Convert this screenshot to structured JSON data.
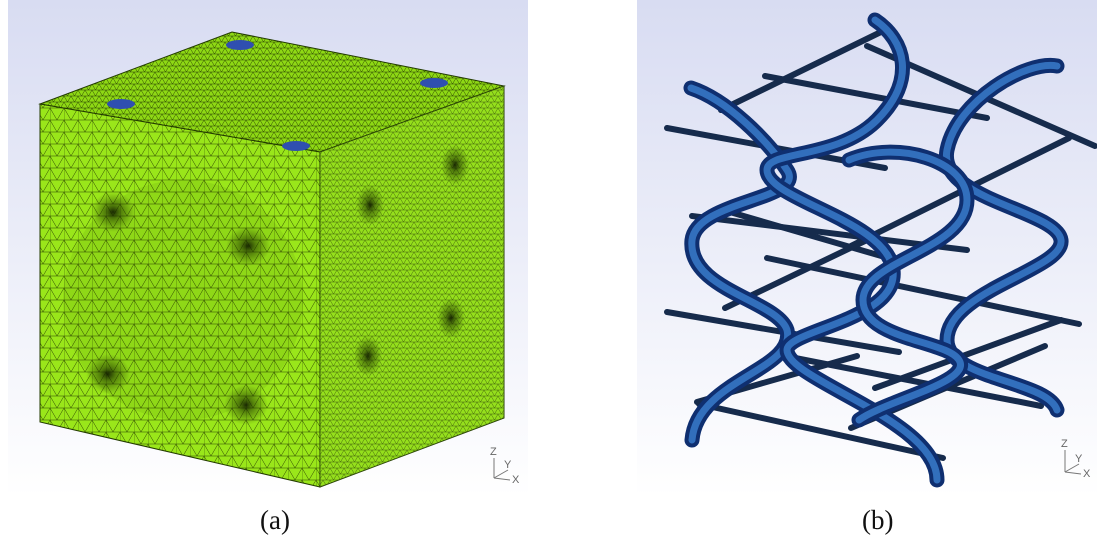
{
  "panels": [
    {
      "caption": "(a)",
      "axis_triad": {
        "z": "Z",
        "y": "Y",
        "x": "X"
      }
    },
    {
      "caption": "(b)",
      "axis_triad": {
        "z": "Z",
        "y": "Y",
        "x": "X"
      }
    }
  ],
  "colors": {
    "background_top": "#d8dcf2",
    "background_bottom": "#ffffff",
    "mesh_surface": "#9ae61a",
    "mesh_lines": "#1a2a00",
    "helix_blue": "#1a4fa0",
    "rod_dark": "#152a4a"
  }
}
